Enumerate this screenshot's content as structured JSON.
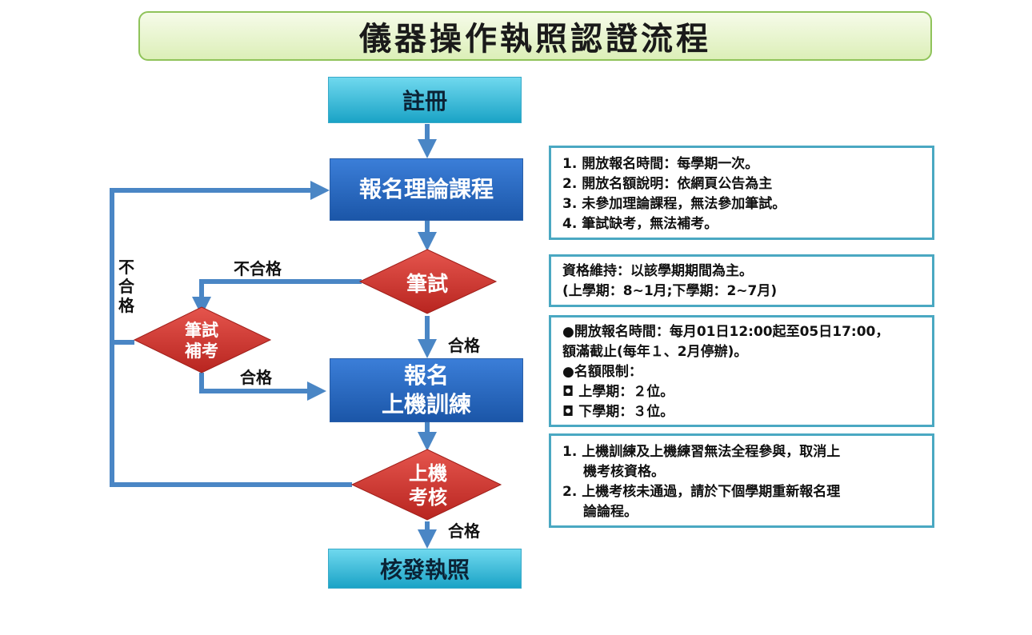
{
  "title": "儀器操作執照認證流程",
  "nodes": {
    "register": "註冊",
    "theory": "報名理論課程",
    "written": "筆試",
    "makeup_l1": "筆試",
    "makeup_l2": "補考",
    "training_l1": "報名",
    "training_l2": "上機訓練",
    "practical_l1": "上機",
    "practical_l2": "考核",
    "license": "核發執照"
  },
  "edge_labels": {
    "written_fail": "不合格",
    "written_pass": "合格",
    "makeup_pass": "合格",
    "practical_pass": "合格",
    "makeup_fail_vertical": [
      "不",
      "合",
      "格"
    ]
  },
  "info_boxes": {
    "theory": [
      "1.  開放報名時間：每學期一次。",
      "2.  開放名額說明：依網頁公告為主",
      "3.  未參加理論課程，無法參加筆試。",
      "4.  筆試缺考，無法補考。"
    ],
    "written": [
      "資格維持：以該學期期間為主。",
      "(上學期：8~1月;下學期：2~7月)"
    ],
    "training": [
      "●開放報名時間：每月01日12:00起至05日17:00，",
      "額滿截止(每年１、2月停辦)。",
      "●名額限制：",
      "◘   上學期：２位。",
      "◘   下學期：３位。"
    ],
    "practical": [
      "1.  上機訓練及上機練習無法全程參與，取消上",
      "機考核資格。",
      "2.  上機考核未通過，請於下個學期重新報名理",
      "論論程。"
    ]
  },
  "colors": {
    "arrow": "#4a86c5",
    "diamond": "#d43a33",
    "info_border": "#4aa8c2"
  }
}
